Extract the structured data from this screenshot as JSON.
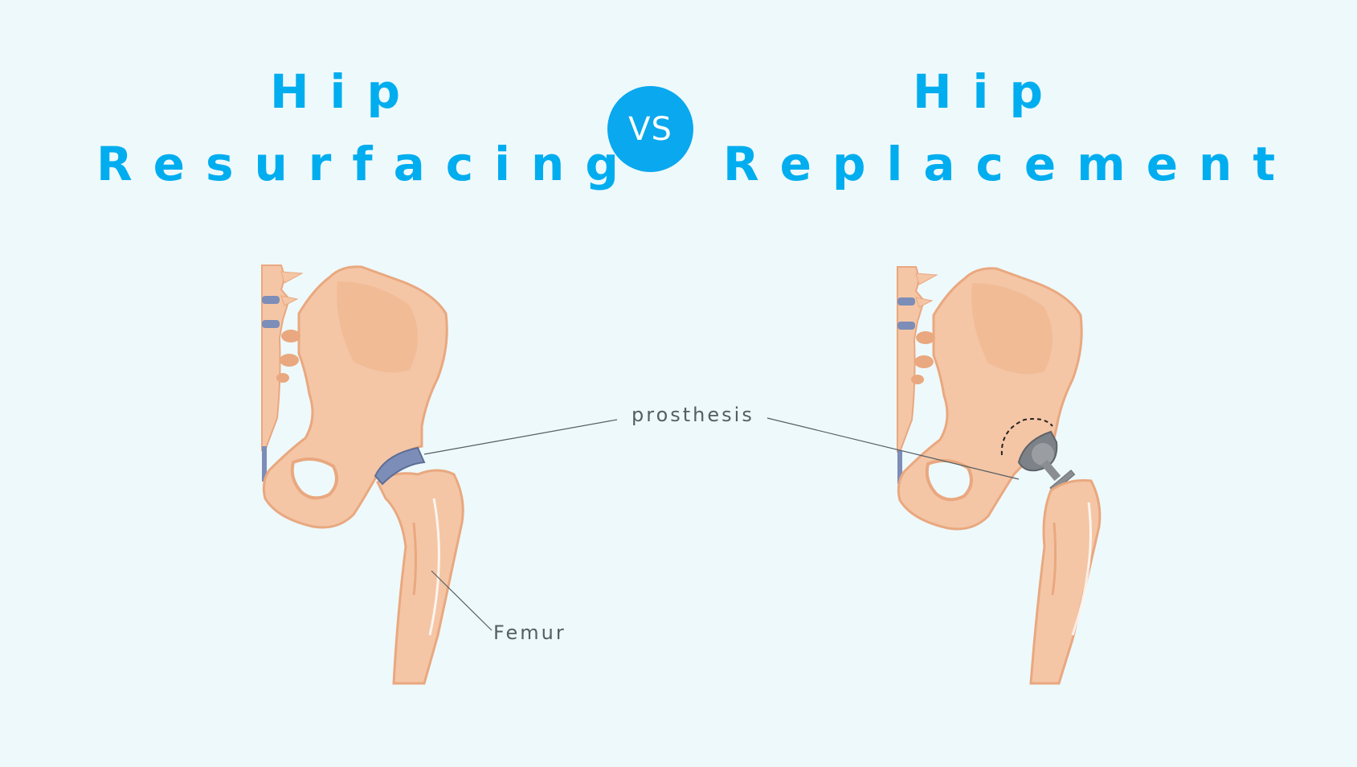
{
  "left": {
    "title_line1": "Hip",
    "title_line2": "Resurfacing"
  },
  "right": {
    "title_line1": "Hip",
    "title_line2": "Replacement"
  },
  "vs_badge": "VS",
  "labels": {
    "prosthesis": "prosthesis",
    "femur": "Femur"
  },
  "colors": {
    "background": "#eef9fc",
    "title": "#00adef",
    "vs_circle": "#0aa8ee",
    "bone": "#f4c6a6",
    "bone_shadow": "#e9a87f",
    "cartilage": "#7c8db8",
    "implant": "#7d8288",
    "label_text": "#555e63"
  }
}
